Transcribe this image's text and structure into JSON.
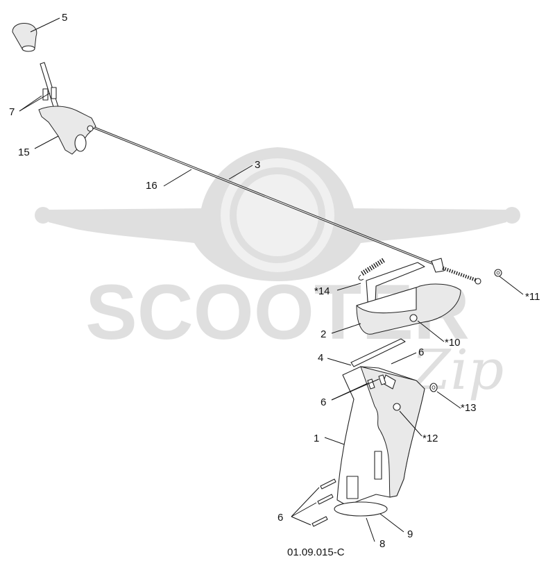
{
  "watermark": {
    "brand": "SCOOTER",
    "script": "Zip"
  },
  "diagram_code": "01.09.015-C",
  "callouts": [
    {
      "id": "c5",
      "text": "5"
    },
    {
      "id": "c7",
      "text": "7"
    },
    {
      "id": "c15",
      "text": "15"
    },
    {
      "id": "c3",
      "text": "3"
    },
    {
      "id": "c16",
      "text": "16"
    },
    {
      "id": "c11",
      "text": "*11"
    },
    {
      "id": "c14",
      "text": "*14"
    },
    {
      "id": "c2",
      "text": "2"
    },
    {
      "id": "c10",
      "text": "*10"
    },
    {
      "id": "c4",
      "text": "4"
    },
    {
      "id": "c6a",
      "text": "6"
    },
    {
      "id": "c6b",
      "text": "6"
    },
    {
      "id": "c13",
      "text": "*13"
    },
    {
      "id": "c1",
      "text": "1"
    },
    {
      "id": "c12",
      "text": "*12"
    },
    {
      "id": "c6c",
      "text": "6"
    },
    {
      "id": "c9",
      "text": "9"
    },
    {
      "id": "c8",
      "text": "8"
    }
  ]
}
